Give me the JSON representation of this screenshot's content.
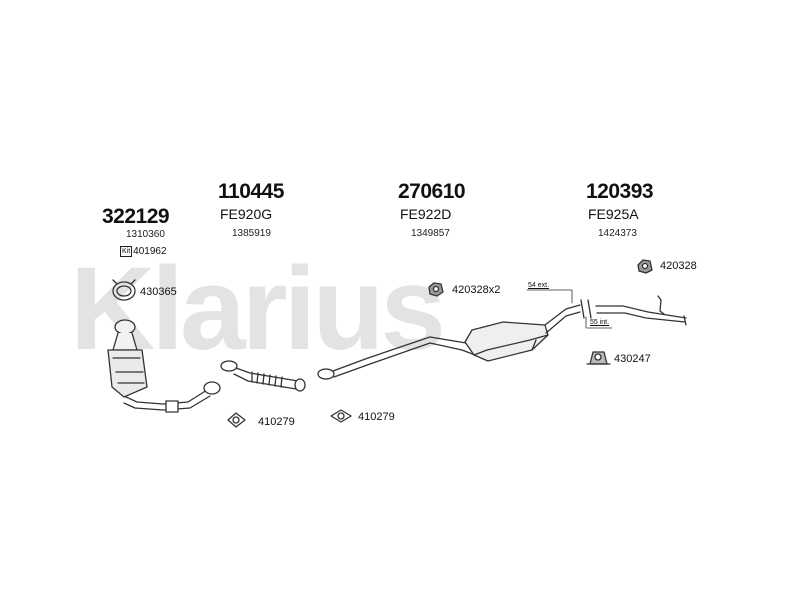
{
  "watermark": "Klarius",
  "assemblies": [
    {
      "part": "322129",
      "code": "",
      "ref": "1310360",
      "kit_tag": "Kit",
      "kit_ref": "401962"
    },
    {
      "part": "110445",
      "code": "FE920G",
      "ref": "1385919"
    },
    {
      "part": "270610",
      "code": "FE922D",
      "ref": "1349857"
    },
    {
      "part": "120393",
      "code": "FE925A",
      "ref": "1424373"
    }
  ],
  "fittings": {
    "clamp_left": "430365",
    "gasket_a": "410279",
    "gasket_b": "410279",
    "hanger_mid": "420328x2",
    "hanger_right": "420328",
    "mount_right": "430247"
  },
  "notes": {
    "ext": "54 ext.",
    "int": "55 int."
  }
}
